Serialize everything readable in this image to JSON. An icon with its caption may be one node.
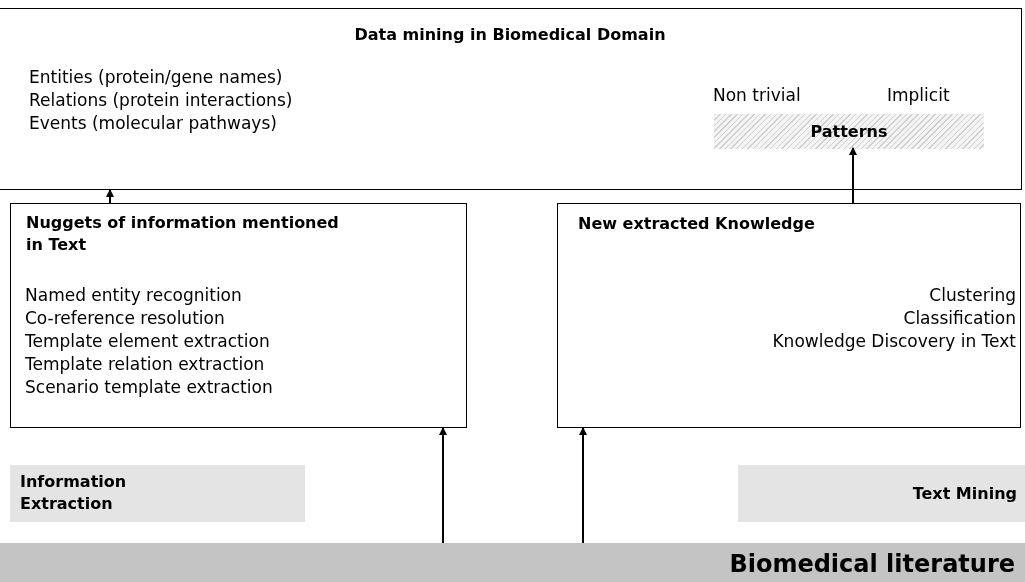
{
  "diagram": {
    "nodes": [
      {
        "text": [
          "Data mining in Biomedical Domain",
          "Entities (protein/gene names)",
          "Relations (protein interactions)",
          "Events (molecular pathways)",
          "Non trivial",
          "Implicit"
        ]
      },
      {
        "text": [
          "Patterns"
        ],
        "in": 0
      },
      {
        "text": [
          "Nuggets of information mentioned in Text",
          "Named entity recognition",
          "Co-reference resolution",
          "Template element extraction",
          "Template relation extraction",
          "Scenario template extraction"
        ]
      },
      {
        "text": [
          "New extracted Knowledge",
          "Clustering",
          "Classification",
          "Knowledge Discovery in Text"
        ]
      },
      {
        "text": [
          "Information Extraction"
        ]
      },
      {
        "text": [
          "Text Mining"
        ]
      },
      {
        "text": [
          "Biomedical literature"
        ]
      }
    ],
    "edges": [
      {
        "from": 2,
        "to": 0,
        "arrow": "to"
      },
      {
        "from": 3,
        "to": 1,
        "arrow": "to"
      },
      {
        "from": 6,
        "to": 2,
        "arrow": "to"
      },
      {
        "from": 6,
        "to": 3,
        "arrow": "to"
      }
    ]
  }
}
